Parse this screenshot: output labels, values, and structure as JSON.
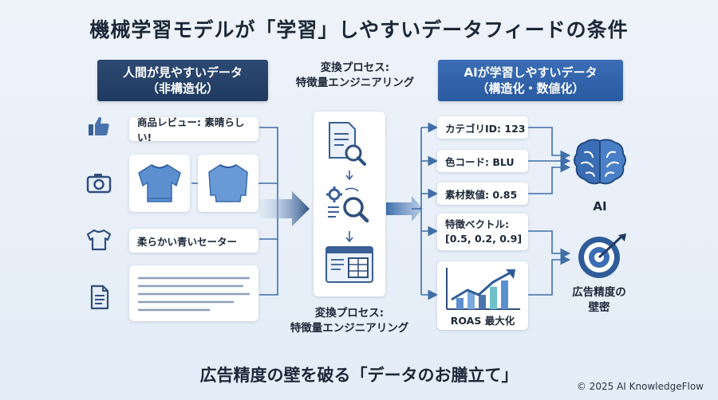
{
  "title": "機械学習モデルが「学習」しやすいデータフィードの条件",
  "left_header": {
    "line1": "人間が見やすいデータ",
    "line2": "（非構造化）"
  },
  "right_header": {
    "line1": "AIが学習しやすいデータ",
    "line2": "（構造化・数値化）"
  },
  "process_top": {
    "line1": "変換プロセス:",
    "line2": "特徴量エンジニアリング"
  },
  "process_bottom": {
    "line1": "変換プロセス:",
    "line2": "特徴量エンジニアリング"
  },
  "left_items": {
    "review": "商品レビュー: 素晴らしい!",
    "description": "柔らかい青いセーター"
  },
  "right_items": {
    "category": "カテゴリID: 123",
    "color": "色コード: BLU",
    "material": "素材数値: 0.85",
    "vector_line1": "特徴ベクトル:",
    "vector_line2": "[0.5, 0.2, 0.9]",
    "roas": "ROAS 最大化"
  },
  "ai_label": "AI",
  "target_label": {
    "line1": "広告精度の",
    "line2": "壁密"
  },
  "bottom_title": "広告精度の壁を破る「データのお膳立て」",
  "copyright": "© 2025 AI KnowledgeFlow",
  "colors": {
    "navy": "#1f3a60",
    "blue": "#2a5aa0",
    "accent": "#3b6db5",
    "line": "#3f6ea8"
  }
}
